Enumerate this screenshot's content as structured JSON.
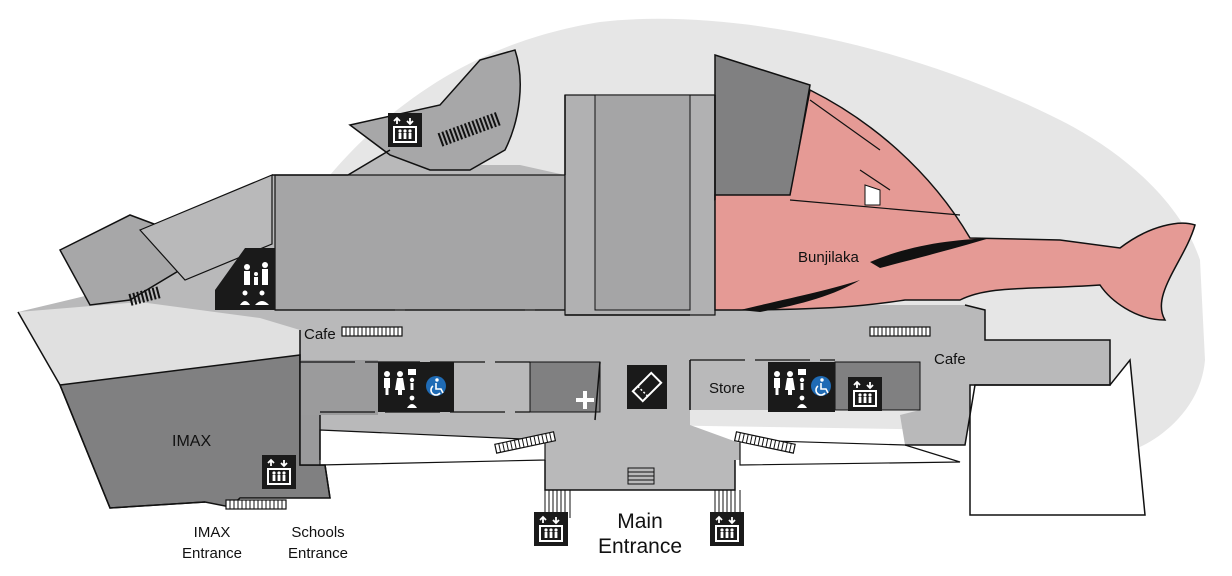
{
  "labels": {
    "bunjilaka": "Bunjilaka",
    "cafe_west": "Cafe",
    "cafe_east": "Cafe",
    "store": "Store",
    "imax": "IMAX",
    "imax_entrance_1": "IMAX",
    "imax_entrance_2": "Entrance",
    "schools_entrance_1": "Schools",
    "schools_entrance_2": "Entrance",
    "main_entrance_1": "Main",
    "main_entrance_2": "Entrance"
  },
  "colors": {
    "exterior": "#e6e6e6",
    "corridor": "#b9b9ba",
    "gallery_dark": "#808081",
    "bunjilaka": "#e59a95",
    "icon_bg": "#1a1a1a",
    "accessible": "#1f6bb5",
    "wall": "#111111"
  },
  "icons": [
    "lift-icon",
    "family-room-icon",
    "toilets-icon",
    "parents-room-icon",
    "accessible-icon",
    "first-aid-icon",
    "tickets-icon",
    "escalator-icon",
    "stairs-icon"
  ]
}
